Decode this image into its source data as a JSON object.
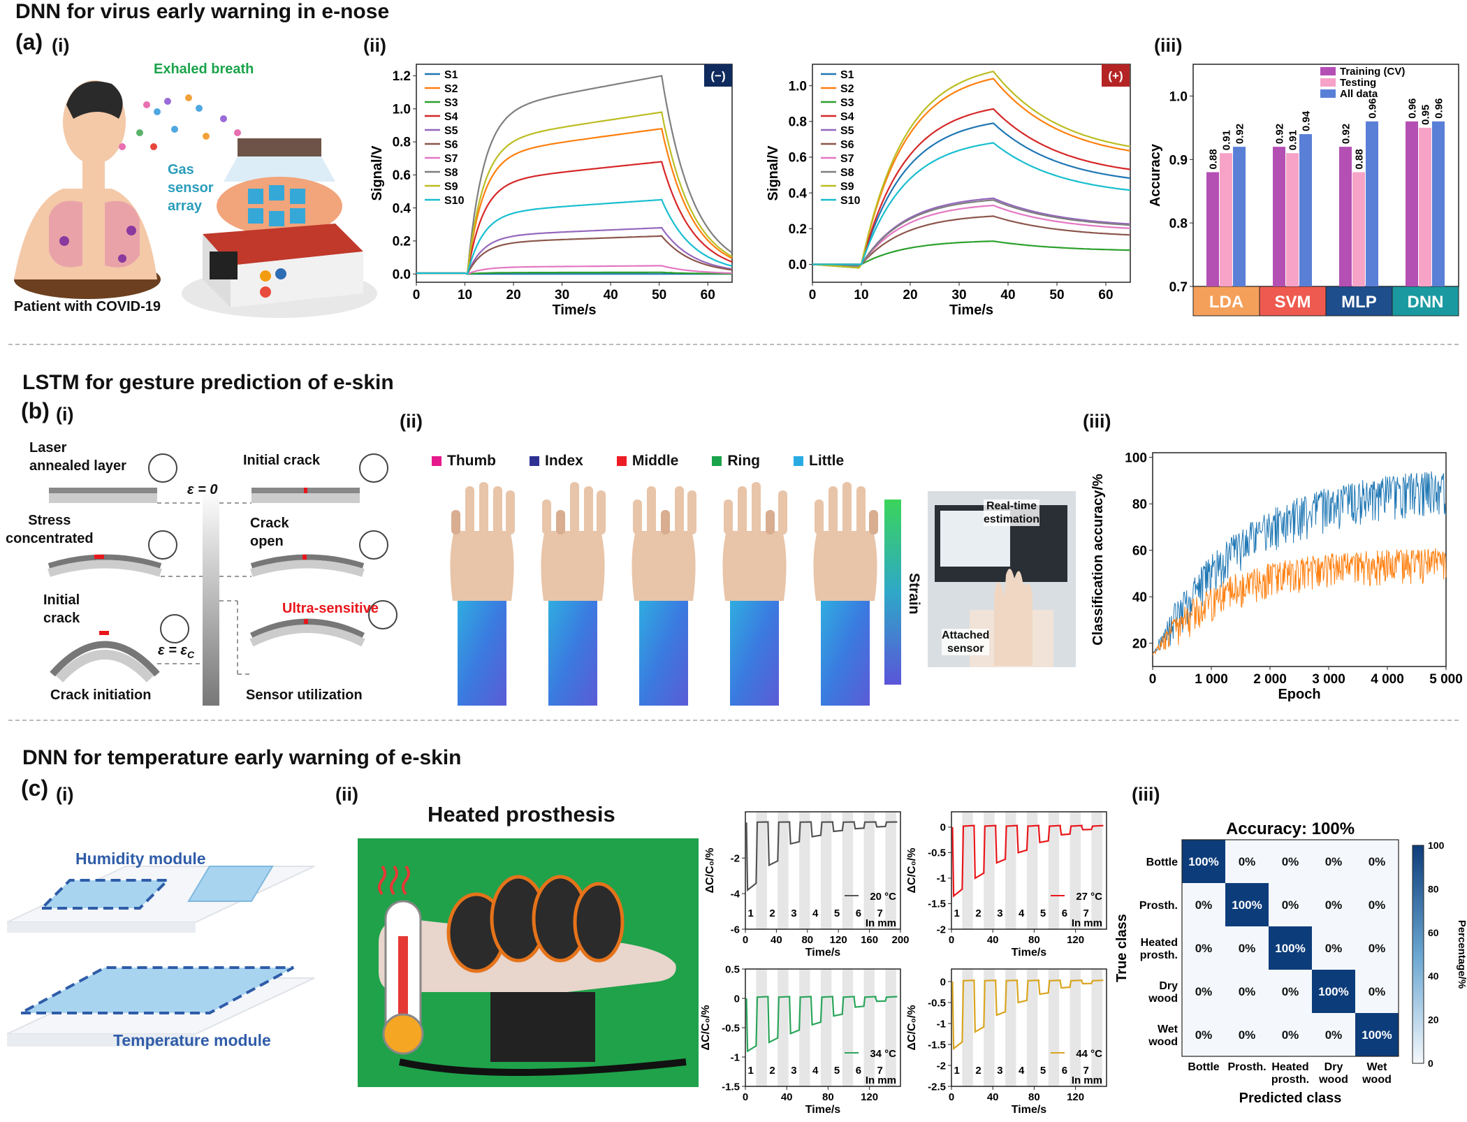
{
  "section_a": {
    "title": "DNN for virus early warning in e-nose",
    "panel": "(a)",
    "sub_i": "(i)",
    "sub_ii": "(ii)",
    "sub_iii": "(iii)",
    "illus": {
      "exhaled": "Exhaled breath",
      "gas": "Gas",
      "sensor": "sensor",
      "array": "array",
      "patient": "Patient with COVID-19"
    }
  },
  "section_b": {
    "title": "LSTM for gesture prediction of e-skin",
    "panel": "(b)",
    "sub_i": "(i)",
    "sub_ii": "(ii)",
    "sub_iii": "(iii)",
    "crack": {
      "laser1": "Laser",
      "laser2": "annealed layer",
      "initial_crack": "Initial crack",
      "stress1": "Stress",
      "stress2": "concentrated",
      "crack_open1": "Crack",
      "crack_open2": "open",
      "init1": "Initial",
      "init2": "crack",
      "ultra": "Ultra-sensitive",
      "eps0": "ε = 0",
      "epsc": "ε = ε",
      "epsc_sub": "C",
      "crack_init": "Crack initiation",
      "sensor_util": "Sensor utilization"
    },
    "fingers": [
      {
        "name": "Thumb",
        "color": "#e6198c"
      },
      {
        "name": "Index",
        "color": "#2e3192"
      },
      {
        "name": "Middle",
        "color": "#ed1c24"
      },
      {
        "name": "Ring",
        "color": "#1aa34a"
      },
      {
        "name": "Little",
        "color": "#29abe2"
      }
    ],
    "strain": "Strain",
    "photo": {
      "rt1": "Real-time",
      "rt2": "estimation",
      "att1": "Attached",
      "att2": "sensor"
    }
  },
  "section_c": {
    "title": "DNN for temperature early warning of e-skin",
    "panel": "(c)",
    "sub_i": "(i)",
    "sub_ii": "(ii)",
    "sub_iii": "(iii)",
    "humidity": "Humidity module",
    "temperature": "Temperature module",
    "heated": "Heated prosthesis"
  },
  "chart_data": [
    {
      "id": "a-ii-neg",
      "type": "line",
      "badge": "(−)",
      "xlabel": "Time/s",
      "ylabel": "Signal/V",
      "xlim": [
        0,
        65
      ],
      "ylim": [
        -0.05,
        1.27
      ],
      "xticks": [
        0,
        10,
        20,
        30,
        40,
        50,
        60
      ],
      "yticks": [
        0.0,
        0.2,
        0.4,
        0.6,
        0.8,
        1.0,
        1.2
      ],
      "legend": "top-left",
      "series": [
        {
          "name": "S1",
          "color": "#1f77b4",
          "plateau": 0.0
        },
        {
          "name": "S2",
          "color": "#ff7f0e",
          "plateau": 0.88
        },
        {
          "name": "S3",
          "color": "#2ca02c",
          "plateau": 0.01
        },
        {
          "name": "S4",
          "color": "#d62728",
          "plateau": 0.68
        },
        {
          "name": "S5",
          "color": "#9467bd",
          "plateau": 0.28
        },
        {
          "name": "S6",
          "color": "#8c564b",
          "plateau": 0.23
        },
        {
          "name": "S7",
          "color": "#e377c2",
          "plateau": 0.05
        },
        {
          "name": "S8",
          "color": "#7f7f7f",
          "plateau": 1.2
        },
        {
          "name": "S9",
          "color": "#bcbd22",
          "plateau": 0.98
        },
        {
          "name": "S10",
          "color": "#17becf",
          "plateau": 0.45
        }
      ]
    },
    {
      "id": "a-ii-pos",
      "type": "line",
      "badge": "(+)",
      "xlabel": "Time/s",
      "ylabel": "Signal/V",
      "xlim": [
        0,
        65
      ],
      "ylim": [
        -0.1,
        1.12
      ],
      "xticks": [
        0,
        10,
        20,
        30,
        40,
        50,
        60
      ],
      "yticks": [
        0.0,
        0.2,
        0.4,
        0.6,
        0.8,
        1.0
      ],
      "legend": "top-left",
      "series": [
        {
          "name": "S1",
          "color": "#1f77b4",
          "peak": 0.79
        },
        {
          "name": "S2",
          "color": "#ff7f0e",
          "peak": 1.04
        },
        {
          "name": "S3",
          "color": "#2ca02c",
          "peak": 0.13
        },
        {
          "name": "S4",
          "color": "#d62728",
          "peak": 0.87
        },
        {
          "name": "S5",
          "color": "#9467bd",
          "peak": 0.37
        },
        {
          "name": "S6",
          "color": "#8c564b",
          "peak": 0.27
        },
        {
          "name": "S7",
          "color": "#e377c2",
          "peak": 0.33
        },
        {
          "name": "S8",
          "color": "#7f7f7f",
          "peak": 0.36
        },
        {
          "name": "S9",
          "color": "#bcbd22",
          "peak": 1.08
        },
        {
          "name": "S10",
          "color": "#17becf",
          "peak": 0.68
        }
      ]
    },
    {
      "id": "a-iii",
      "type": "bar",
      "ylabel": "Accuracy",
      "ylim": [
        0.7,
        1.05
      ],
      "yticks": [
        0.7,
        0.8,
        0.9,
        1.0
      ],
      "categories": [
        "LDA",
        "SVM",
        "MLP",
        "DNN"
      ],
      "category_colors": [
        "#f5a05a",
        "#ee5a4f",
        "#1f4e8c",
        "#1a9aa0"
      ],
      "legend": "top-right",
      "series": [
        {
          "name": "Training (CV)",
          "color": "#b44fb4",
          "values": [
            0.88,
            0.92,
            0.92,
            0.96
          ]
        },
        {
          "name": "Testing",
          "color": "#f6a3c7",
          "values": [
            0.91,
            0.91,
            0.88,
            0.95
          ]
        },
        {
          "name": "All data",
          "color": "#5a7fd6",
          "values": [
            0.92,
            0.94,
            0.96,
            0.96
          ]
        }
      ]
    },
    {
      "id": "b-iii",
      "type": "line",
      "xlabel": "Epoch",
      "ylabel": "Classification accuracy/%",
      "xlim": [
        0,
        5000
      ],
      "ylim": [
        10,
        102
      ],
      "xticks": [
        0,
        1000,
        2000,
        3000,
        4000,
        5000
      ],
      "xtick_labels": [
        "0",
        "1 000",
        "2 000",
        "3 000",
        "4 000",
        "5 000"
      ],
      "yticks": [
        20,
        40,
        60,
        80,
        100
      ],
      "series": [
        {
          "name": "",
          "color": "#1f77b4",
          "final": 92
        },
        {
          "name": "",
          "color": "#ff7f0e",
          "final": 57
        }
      ]
    },
    {
      "id": "c-ii-20",
      "type": "line",
      "label": "20 °C",
      "color": "#555555",
      "xlabel": "Time/s",
      "ylabel": "ΔC/C₀/%",
      "xlim": [
        0,
        200
      ],
      "ylim": [
        -6,
        0.6
      ],
      "xticks": [
        0,
        40,
        80,
        120,
        160,
        200
      ],
      "yticks": [
        -6,
        -4,
        -2
      ],
      "steps": [
        "1",
        "2",
        "3",
        "4",
        "5",
        "6",
        "7"
      ],
      "unit": "In mm",
      "dips": [
        -3.8,
        -2.4,
        -1.2,
        -0.8,
        -0.5,
        -0.35,
        -0.25
      ]
    },
    {
      "id": "c-ii-27",
      "type": "line",
      "label": "27 °C",
      "color": "#e8161b",
      "xlabel": "Time/s",
      "ylabel": "ΔC/C₀/%",
      "xlim": [
        0,
        150
      ],
      "ylim": [
        -2.0,
        0.3
      ],
      "xticks": [
        0,
        40,
        80,
        120
      ],
      "yticks": [
        -2.0,
        -1.5,
        -1.0,
        -0.5,
        0.0
      ],
      "steps": [
        "1",
        "2",
        "3",
        "4",
        "5",
        "6",
        "7"
      ],
      "unit": "In mm",
      "dips": [
        -1.35,
        -1.0,
        -0.7,
        -0.5,
        -0.3,
        -0.15,
        -0.05
      ]
    },
    {
      "id": "c-ii-34",
      "type": "line",
      "label": "34 °C",
      "color": "#2aa55a",
      "xlabel": "Time/s",
      "ylabel": "ΔC/C₀/%",
      "xlim": [
        0,
        150
      ],
      "ylim": [
        -1.5,
        0.5
      ],
      "xticks": [
        0,
        40,
        80,
        120
      ],
      "yticks": [
        -1.5,
        -1.0,
        -0.5,
        0.0,
        0.5
      ],
      "steps": [
        "1",
        "2",
        "3",
        "4",
        "5",
        "6",
        "7"
      ],
      "unit": "In mm",
      "dips": [
        -0.9,
        -0.75,
        -0.6,
        -0.45,
        -0.3,
        -0.15,
        -0.05
      ]
    },
    {
      "id": "c-ii-44",
      "type": "line",
      "label": "44 °C",
      "color": "#d9a520",
      "xlabel": "Time/s",
      "ylabel": "ΔC/C₀/%",
      "xlim": [
        0,
        150
      ],
      "ylim": [
        -2.5,
        0.3
      ],
      "xticks": [
        0,
        40,
        80,
        120
      ],
      "yticks": [
        -2.5,
        -2.0,
        -1.5,
        -1.0,
        -0.5,
        0.0
      ],
      "steps": [
        "1",
        "2",
        "3",
        "4",
        "5",
        "6",
        "7"
      ],
      "unit": "In mm",
      "dips": [
        -1.6,
        -1.2,
        -0.8,
        -0.5,
        -0.3,
        -0.15,
        -0.05
      ]
    },
    {
      "id": "c-iii",
      "type": "heatmap",
      "title": "Accuracy: 100%",
      "xlabel": "Predicted class",
      "ylabel": "True class",
      "classes": [
        "Bottle",
        "Prosth.",
        "Heated prosth.",
        "Dry wood",
        "Wet wood"
      ],
      "class_lines": [
        [
          "Bottle"
        ],
        [
          "Prosth."
        ],
        [
          "Heated",
          "prosth."
        ],
        [
          "Dry",
          "wood"
        ],
        [
          "Wet",
          "wood"
        ]
      ],
      "matrix": [
        [
          100,
          0,
          0,
          0,
          0
        ],
        [
          0,
          100,
          0,
          0,
          0
        ],
        [
          0,
          0,
          100,
          0,
          0
        ],
        [
          0,
          0,
          0,
          100,
          0
        ],
        [
          0,
          0,
          0,
          0,
          100
        ]
      ],
      "colorbar": {
        "label": "Percentage/%",
        "ticks": [
          0,
          20,
          40,
          60,
          80,
          100
        ]
      }
    }
  ]
}
